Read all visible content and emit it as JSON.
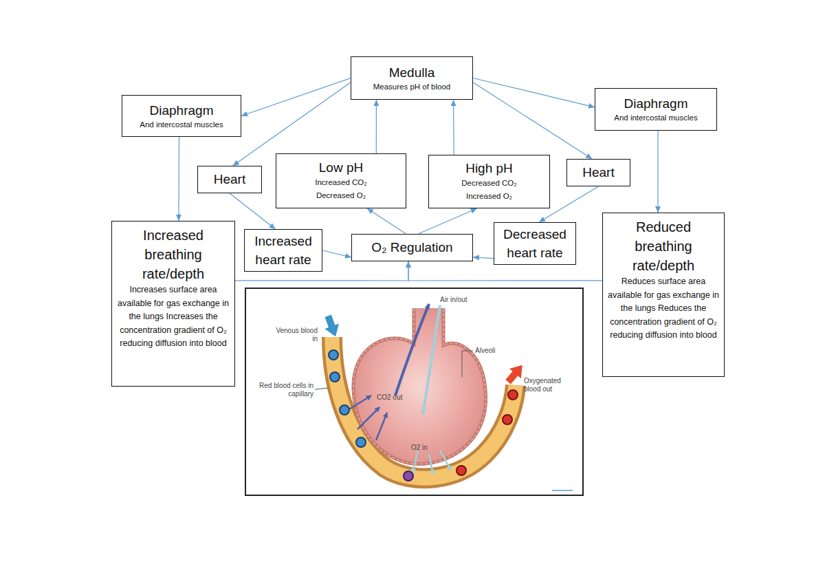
{
  "diagram": {
    "nodes": [
      {
        "text": [
          "Medulla",
          "Measures pH of blood"
        ]
      },
      {
        "text": [
          "Diaphragm",
          "And intercostal muscles"
        ]
      },
      {
        "text": [
          "Diaphragm",
          "And intercostal muscles"
        ]
      },
      {
        "text": [
          "Heart"
        ]
      },
      {
        "text": [
          "Low pH",
          "Increased CO₂ Decreased O₂"
        ]
      },
      {
        "text": [
          "High pH",
          "Decreased CO₂ Increased O₂"
        ]
      },
      {
        "text": [
          "Heart"
        ]
      },
      {
        "text": [
          "Increased breathing rate/depth",
          "Increases surface area available for gas exchange in the lungs Increases the concentration gradient of O₂ reducing diffusion into blood"
        ]
      },
      {
        "text": [
          "Increased heart rate"
        ]
      },
      {
        "text": [
          "O₂ Regulation"
        ]
      },
      {
        "text": [
          "Decreased heart rate"
        ]
      },
      {
        "text": [
          "Reduced breathing rate/depth",
          "Reduces surface area available for gas exchange in the lungs Reduces the concentration gradient of O₂ reducing diffusion into blood"
        ]
      }
    ],
    "edges": [
      {
        "from": 0,
        "to": 1,
        "arrow": "to"
      },
      {
        "from": 0,
        "to": 3,
        "arrow": "to"
      },
      {
        "from": 0,
        "to": 2,
        "arrow": "to"
      },
      {
        "from": 0,
        "to": 6,
        "arrow": "to"
      },
      {
        "from": 4,
        "to": 0,
        "arrow": "to"
      },
      {
        "from": 5,
        "to": 0,
        "arrow": "to"
      },
      {
        "from": 1,
        "to": 7,
        "arrow": "to"
      },
      {
        "from": 2,
        "to": 11,
        "arrow": "to"
      },
      {
        "from": 3,
        "to": 8,
        "arrow": "to"
      },
      {
        "from": 6,
        "to": 10,
        "arrow": "to"
      },
      {
        "from": 8,
        "to": 9,
        "arrow": "to"
      },
      {
        "from": 10,
        "to": 9,
        "arrow": "to"
      },
      {
        "from": 9,
        "to": 4,
        "arrow": "to"
      },
      {
        "from": 9,
        "to": 5,
        "arrow": "to"
      },
      {
        "from": 7,
        "to": 9,
        "arrow": "to"
      },
      {
        "from": 11,
        "to": 9,
        "arrow": "to"
      }
    ],
    "labels": [
      "Air in/out",
      "Venous blood in",
      "Alveoli",
      "Red blood cells in capillary",
      "CO2 out",
      "O2 in",
      "Oxygenated blood out"
    ]
  }
}
